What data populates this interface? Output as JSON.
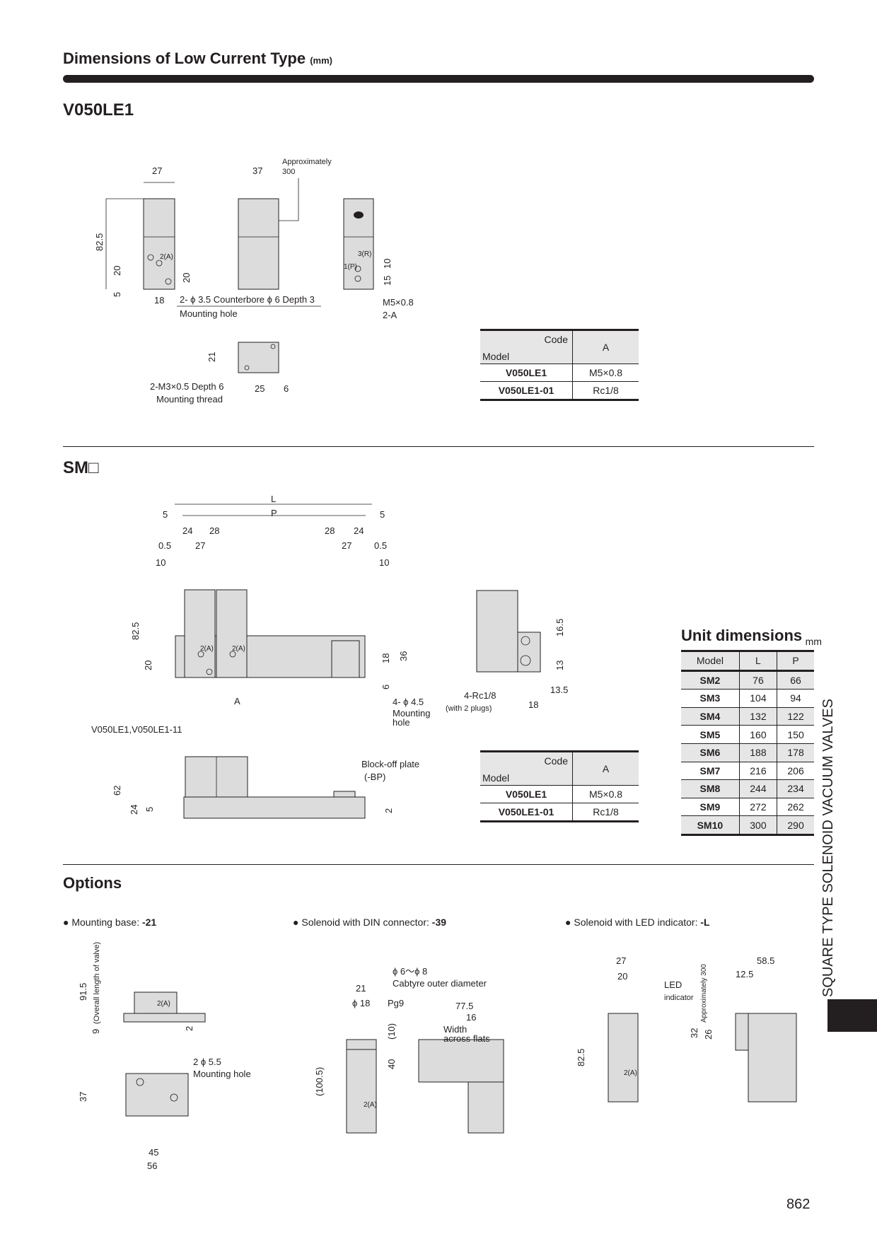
{
  "header": {
    "title": "Dimensions of Low Current Type",
    "unit": "(mm)"
  },
  "v050": {
    "heading": "V050LE1",
    "labels": {
      "w27": "27",
      "w37": "37",
      "approx": "Approximately",
      "approx300": "300",
      "h825": "82.5",
      "h20a": "20",
      "h5": "5",
      "h20b": "20",
      "d18": "18",
      "counterbore": "2- ϕ 3.5 Counterbore ϕ 6 Depth 3",
      "mounting_hole": "Mounting hole",
      "port2a": "2(A)",
      "port3r": "3(R)",
      "port1p": "1(P)",
      "d15": "15",
      "d10": "10",
      "m5": "M5×0.8",
      "twoA": "2-A",
      "h21": "21",
      "d25": "25",
      "d6": "6",
      "m3": "2-M3×0.5 Depth 6",
      "mounting_thread": "Mounting thread"
    },
    "table": {
      "code": "Code",
      "model": "Model",
      "col": "A",
      "rows": [
        {
          "model": "V050LE1",
          "a": "M5×0.8"
        },
        {
          "model": "V050LE1-01",
          "a": "Rc1/8"
        }
      ]
    }
  },
  "sm": {
    "heading": "SM□",
    "labels": {
      "L": "L",
      "P": "P",
      "d5a": "5",
      "d5b": "5",
      "d24a": "24",
      "d28a": "28",
      "d28b": "28",
      "d24b": "24",
      "d05a": "0.5",
      "d27a": "27",
      "d27b": "27",
      "d05b": "0.5",
      "d10a": "10",
      "d10b": "10",
      "h825": "82.5",
      "h20": "20",
      "h18": "18",
      "h36": "36",
      "h6": "6",
      "A": "A",
      "hole": "4- ϕ 4.5",
      "hole2": "Mounting",
      "hole3": "hole",
      "p2a": "2(A)",
      "p2b": "2(A)",
      "h165": "16.5",
      "h13": "13",
      "d135": "13.5",
      "d18": "18",
      "rc": "4-Rc1/8",
      "plugs": "(with 2 plugs)",
      "models": "V050LE1,V050LE1-11",
      "blockoff": "Block-off plate",
      "bp": "(-BP)",
      "h62": "62",
      "h24": "24",
      "h5": "5",
      "h2": "2"
    },
    "table": {
      "code": "Code",
      "model": "Model",
      "col": "A",
      "rows": [
        {
          "model": "V050LE1",
          "a": "M5×0.8"
        },
        {
          "model": "V050LE1-01",
          "a": "Rc1/8"
        }
      ]
    },
    "unit_dimensions": {
      "title": "Unit dimensions",
      "unit": "mm",
      "headers": [
        "Model",
        "L",
        "P"
      ],
      "rows": [
        [
          "SM2",
          "76",
          "66"
        ],
        [
          "SM3",
          "104",
          "94"
        ],
        [
          "SM4",
          "132",
          "122"
        ],
        [
          "SM5",
          "160",
          "150"
        ],
        [
          "SM6",
          "188",
          "178"
        ],
        [
          "SM7",
          "216",
          "206"
        ],
        [
          "SM8",
          "244",
          "234"
        ],
        [
          "SM9",
          "272",
          "262"
        ],
        [
          "SM10",
          "300",
          "290"
        ]
      ]
    }
  },
  "options": {
    "heading": "Options",
    "items": [
      {
        "label": "Mounting base: ",
        "code": "-21"
      },
      {
        "label": "Solenoid with DIN connector: ",
        "code": "-39"
      },
      {
        "label": "Solenoid with LED indicator: ",
        "code": "-L"
      }
    ],
    "mb": {
      "h915": "91.5",
      "overall": "(Overall length of valve)",
      "h9": "9",
      "h2": "2",
      "p2a": "2(A)",
      "hole": "2 ϕ 5.5",
      "hole2": "Mounting hole",
      "h37": "37",
      "d45": "45",
      "d56": "56"
    },
    "din": {
      "cab": "ϕ 6～ϕ 8",
      "cab2": "Cabtyre outer diameter",
      "d21": "21",
      "d18": "ϕ 18",
      "pg9": "Pg9",
      "d775": "77.5",
      "d16": "16",
      "width": "Width",
      "flats": "across flats",
      "h10": "(10)",
      "h40": "40",
      "h1005": "(100.5)",
      "p2a": "2(A)"
    },
    "led": {
      "d27": "27",
      "d20": "20",
      "led": "LED",
      "ind": "indicator",
      "approx": "Approximately 300",
      "d585": "58.5",
      "d125": "12.5",
      "h32": "32",
      "h26": "26",
      "h825": "82.5",
      "p2a": "2(A)"
    }
  },
  "side_label": "SQUARE TYPE SOLENOID VACUUM VALVES",
  "page_number": "862"
}
